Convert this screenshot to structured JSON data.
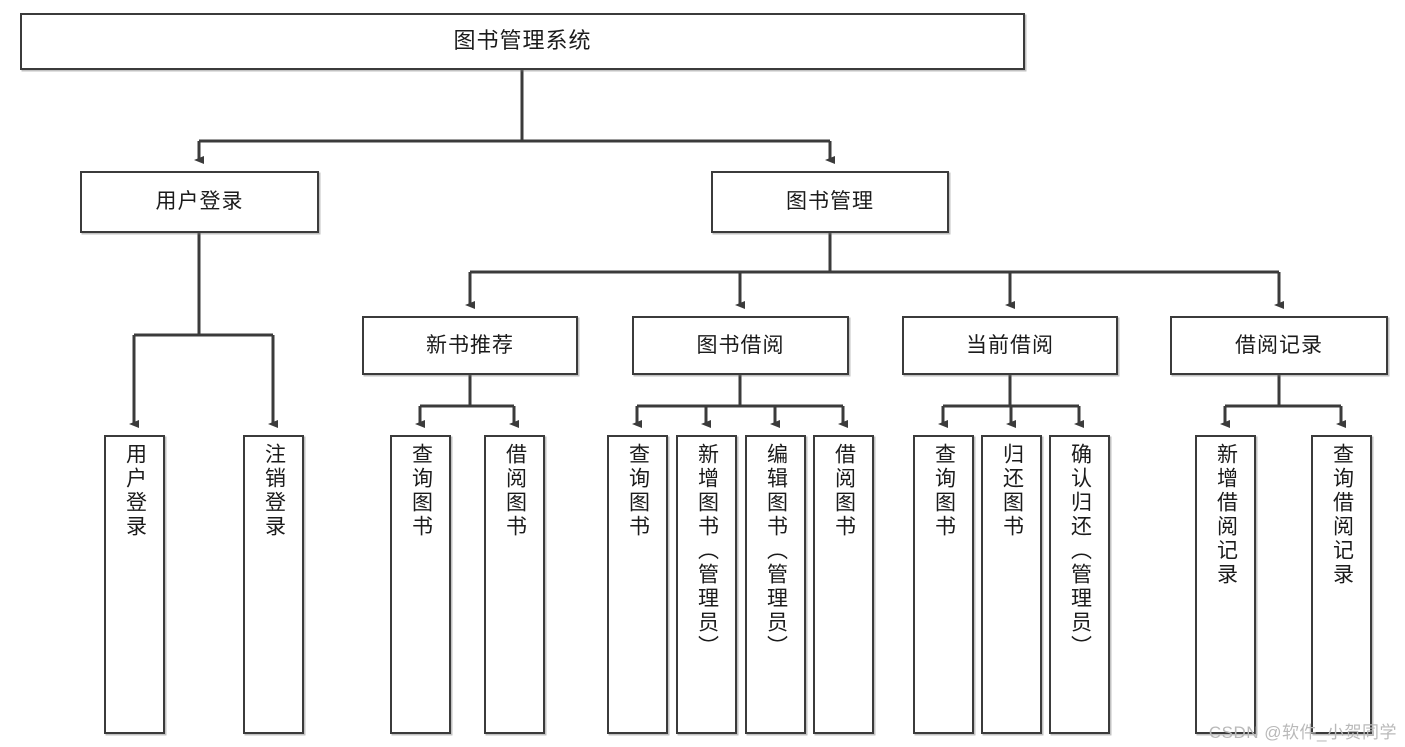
{
  "diagram": {
    "title": "图书管理系统",
    "type": "tree-hierarchy-functional-decomposition",
    "colors": {
      "stroke": "#3b3b3b",
      "fill": "#ffffff",
      "text": "#1b1b1b",
      "watermark": "#b9b9b9"
    },
    "root": {
      "label": "图书管理系统"
    },
    "level2": [
      {
        "label": "用户登录"
      },
      {
        "label": "图书管理"
      }
    ],
    "level3": [
      {
        "label": "新书推荐"
      },
      {
        "label": "图书借阅"
      },
      {
        "label": "当前借阅"
      },
      {
        "label": "借阅记录"
      }
    ],
    "leaves": {
      "user_login": [
        {
          "label": "用户登录"
        },
        {
          "label": "注销登录"
        }
      ],
      "new_book_rec": [
        {
          "label": "查询图书"
        },
        {
          "label": "借阅图书"
        }
      ],
      "book_borrow": [
        {
          "label": "查询图书"
        },
        {
          "label": "新增图书（管理员）"
        },
        {
          "label": "编辑图书（管理员）"
        },
        {
          "label": "借阅图书"
        }
      ],
      "current_borrow": [
        {
          "label": "查询图书"
        },
        {
          "label": "归还图书"
        },
        {
          "label": "确认归还（管理员）"
        }
      ],
      "borrow_record": [
        {
          "label": "新增借阅记录"
        },
        {
          "label": "查询借阅记录"
        }
      ]
    }
  },
  "watermark": {
    "text": "CSDN @软件_小贺同学"
  }
}
